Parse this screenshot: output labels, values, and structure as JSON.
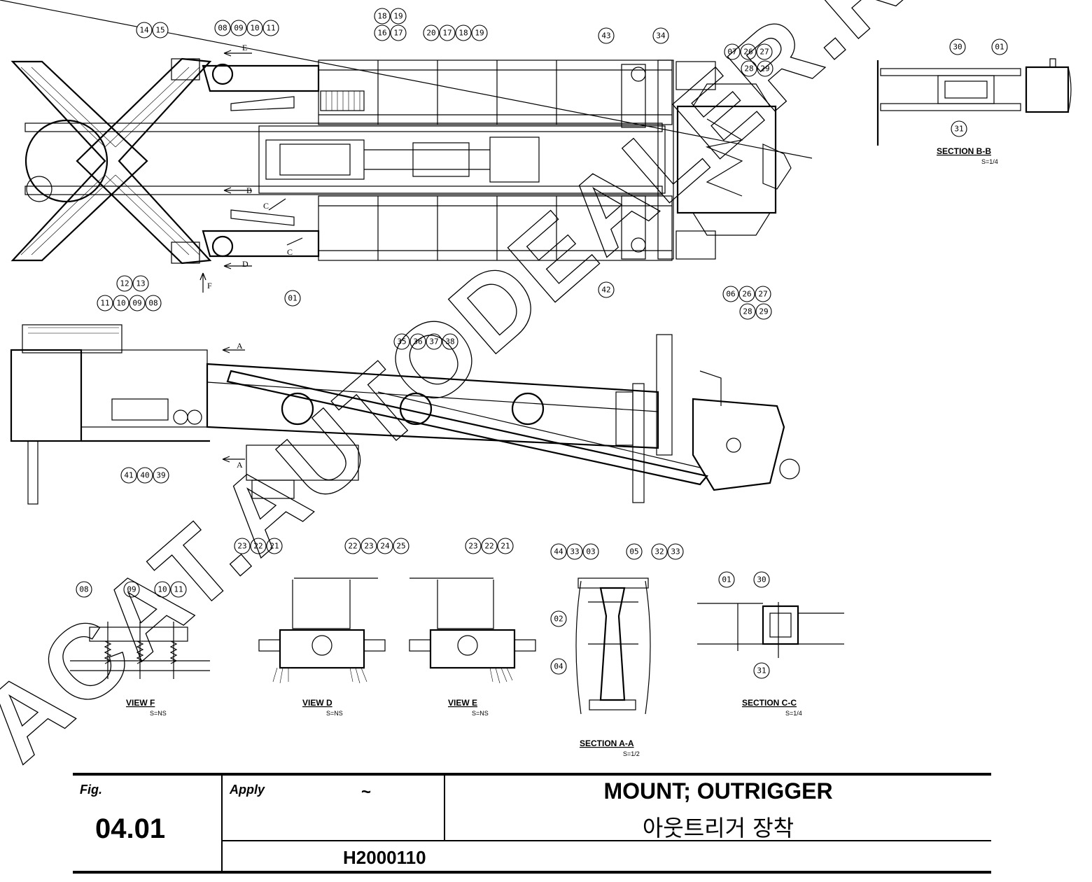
{
  "watermark": {
    "text": "ACAT.AUTODEALER.RU"
  },
  "views": {
    "section_bb": {
      "label": "SECTION  B-B",
      "scale": "S=1/4"
    },
    "view_f": {
      "label": "VIEW   F",
      "scale": "S=NS"
    },
    "view_d": {
      "label": "VIEW   D",
      "scale": "S=NS"
    },
    "view_e": {
      "label": "VIEW   E",
      "scale": "S=NS"
    },
    "section_cc": {
      "label": "SECTION  C-C",
      "scale": "S=1/4"
    },
    "section_aa": {
      "label": "SECTION  A-A",
      "scale": "S=1/2"
    }
  },
  "arrow_letters": [
    "E",
    "B",
    "C",
    "D",
    "F",
    "A",
    "A",
    "C"
  ],
  "callouts": [
    [
      "14",
      "15"
    ],
    [
      "08",
      "09",
      "10",
      "11"
    ],
    [
      "18",
      "19"
    ],
    [
      "16",
      "17"
    ],
    [
      "20",
      "17",
      "18",
      "19"
    ],
    [
      "43"
    ],
    [
      "34"
    ],
    [
      "07",
      "26",
      "27"
    ],
    [
      "28",
      "29"
    ],
    [
      "30"
    ],
    [
      "01"
    ],
    [
      "31"
    ],
    [
      "12",
      "13"
    ],
    [
      "11",
      "10",
      "09",
      "08"
    ],
    [
      "01"
    ],
    [
      "42"
    ],
    [
      "06",
      "26",
      "27"
    ],
    [
      "28",
      "29"
    ],
    [
      "35",
      "36",
      "37",
      "38"
    ],
    [
      "41",
      "40",
      "39"
    ],
    [
      "23",
      "22",
      "21"
    ],
    [
      "22",
      "23",
      "24",
      "25"
    ],
    [
      "23",
      "22",
      "21"
    ],
    [
      "44",
      "33",
      "03"
    ],
    [
      "05"
    ],
    [
      "32",
      "33"
    ],
    [
      "08"
    ],
    [
      "09"
    ],
    [
      "10",
      "11"
    ],
    [
      "02"
    ],
    [
      "04"
    ],
    [
      "01"
    ],
    [
      "30"
    ],
    [
      "31"
    ]
  ],
  "title_block": {
    "fig_label": "Fig.",
    "fig_number": "04.01",
    "apply_label": "Apply",
    "apply_value": "~",
    "title_en": "MOUNT; OUTRIGGER",
    "title_ko": "아웃트리거 장착",
    "part_number": "H2000110"
  }
}
